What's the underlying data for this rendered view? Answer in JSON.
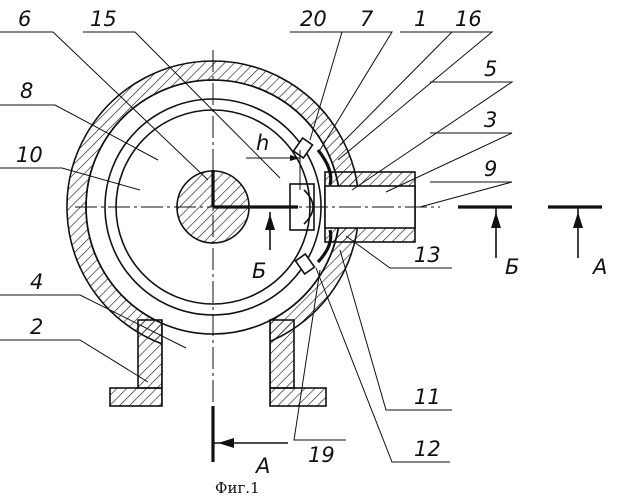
{
  "figure": {
    "caption": "Фиг.1",
    "section_letters": {
      "a": "А",
      "b": "Б"
    },
    "dimension": "h",
    "labels": [
      {
        "id": "l6",
        "text": "6"
      },
      {
        "id": "l15",
        "text": "15"
      },
      {
        "id": "l20",
        "text": "20"
      },
      {
        "id": "l7",
        "text": "7"
      },
      {
        "id": "l1",
        "text": "1"
      },
      {
        "id": "l16",
        "text": "16"
      },
      {
        "id": "l8",
        "text": "8"
      },
      {
        "id": "l5",
        "text": "5"
      },
      {
        "id": "l3",
        "text": "3"
      },
      {
        "id": "l10",
        "text": "10"
      },
      {
        "id": "l9",
        "text": "9"
      },
      {
        "id": "l4",
        "text": "4"
      },
      {
        "id": "l2",
        "text": "2"
      },
      {
        "id": "l13",
        "text": "13"
      },
      {
        "id": "l11",
        "text": "11"
      },
      {
        "id": "l19",
        "text": "19"
      },
      {
        "id": "l12",
        "text": "12"
      }
    ]
  }
}
